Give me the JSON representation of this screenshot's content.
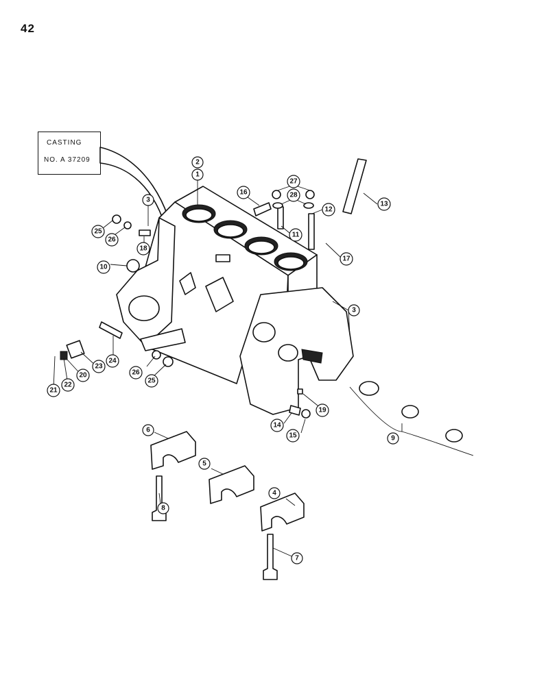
{
  "page_number": "42",
  "casting_label": {
    "line1": "CASTING",
    "line2": "NO. A 37209"
  },
  "callouts": [
    {
      "id": "c1",
      "label": "1"
    },
    {
      "id": "c2",
      "label": "2"
    },
    {
      "id": "c3a",
      "label": "3"
    },
    {
      "id": "c3b",
      "label": "3"
    },
    {
      "id": "c4",
      "label": "4"
    },
    {
      "id": "c5",
      "label": "5"
    },
    {
      "id": "c6",
      "label": "6"
    },
    {
      "id": "c7",
      "label": "7"
    },
    {
      "id": "c8",
      "label": "8"
    },
    {
      "id": "c9",
      "label": "9"
    },
    {
      "id": "c10",
      "label": "10"
    },
    {
      "id": "c11",
      "label": "11"
    },
    {
      "id": "c12",
      "label": "12"
    },
    {
      "id": "c13",
      "label": "13"
    },
    {
      "id": "c14",
      "label": "14"
    },
    {
      "id": "c15",
      "label": "15"
    },
    {
      "id": "c16",
      "label": "16"
    },
    {
      "id": "c17",
      "label": "17"
    },
    {
      "id": "c18",
      "label": "18"
    },
    {
      "id": "c19",
      "label": "19"
    },
    {
      "id": "c20",
      "label": "20"
    },
    {
      "id": "c21",
      "label": "21"
    },
    {
      "id": "c22",
      "label": "22"
    },
    {
      "id": "c23",
      "label": "23"
    },
    {
      "id": "c24",
      "label": "24"
    },
    {
      "id": "c25a",
      "label": "25"
    },
    {
      "id": "c25b",
      "label": "25"
    },
    {
      "id": "c26a",
      "label": "26"
    },
    {
      "id": "c26b",
      "label": "26"
    },
    {
      "id": "c27",
      "label": "27"
    },
    {
      "id": "c28",
      "label": "28"
    }
  ]
}
